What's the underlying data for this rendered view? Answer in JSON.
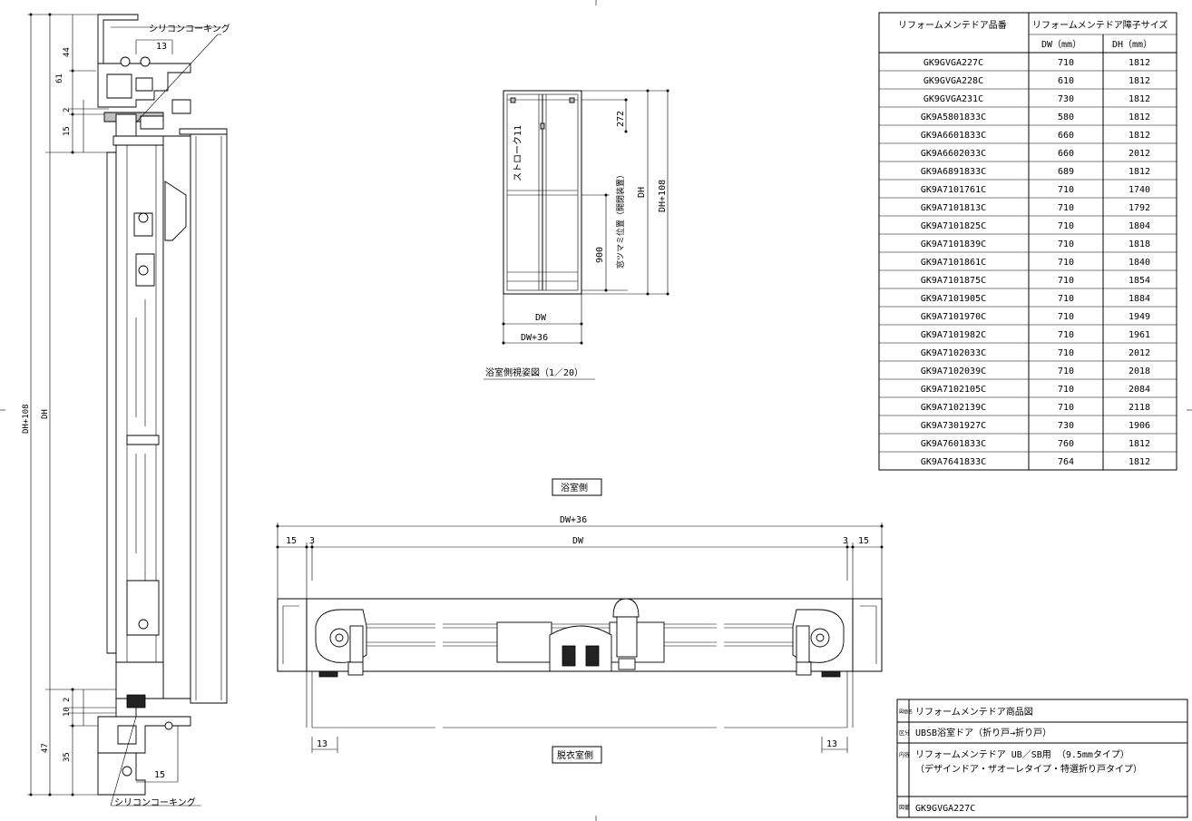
{
  "left_section": {
    "dims": {
      "d44": "44",
      "d61": "61",
      "d2_top": "2",
      "d15_top": "15",
      "d13_top": "13",
      "d2_bottom": "2",
      "d10_bottom": "10",
      "d47": "47",
      "d35": "35",
      "d15_bottom": "15",
      "dh108": "DH+108",
      "dh": "DH"
    },
    "caulk_top": "シリコンコーキング",
    "caulk_bottom": "シリコンコーキング"
  },
  "elevation": {
    "stroke": "ストローク11",
    "dim_272": "272",
    "dim_900": "900",
    "handle": "窓ツマミ位置（開閉装置）",
    "dh": "DH",
    "dh108": "DH+108",
    "dw": "DW",
    "dw36": "DW+36",
    "caption": "浴室側視姿図（1／20）"
  },
  "plan": {
    "bath_label": "浴室側",
    "dressing_label": "脱衣室側",
    "dw36": "DW+36",
    "dw": "DW",
    "d15_left": "15",
    "d3_left": "3",
    "d3_right": "3",
    "d15_right": "15",
    "d13_left": "13",
    "d13_right": "13"
  },
  "table": {
    "header_col1": "リフォームメンテドア品番",
    "header_group": "リフォームメンテドア障子サイズ",
    "header_dw": "DW（mm）",
    "header_dh": "DH（mm）",
    "rows": [
      [
        "GK9GVGA227C",
        "710",
        "1812"
      ],
      [
        "GK9GVGA228C",
        "610",
        "1812"
      ],
      [
        "GK9GVGA231C",
        "730",
        "1812"
      ],
      [
        "GK9A5801833C",
        "580",
        "1812"
      ],
      [
        "GK9A6601833C",
        "660",
        "1812"
      ],
      [
        "GK9A6602033C",
        "660",
        "2012"
      ],
      [
        "GK9A6891833C",
        "689",
        "1812"
      ],
      [
        "GK9A7101761C",
        "710",
        "1740"
      ],
      [
        "GK9A7101813C",
        "710",
        "1792"
      ],
      [
        "GK9A7101825C",
        "710",
        "1804"
      ],
      [
        "GK9A7101839C",
        "710",
        "1818"
      ],
      [
        "GK9A7101861C",
        "710",
        "1840"
      ],
      [
        "GK9A7101875C",
        "710",
        "1854"
      ],
      [
        "GK9A7101905C",
        "710",
        "1884"
      ],
      [
        "GK9A7101970C",
        "710",
        "1949"
      ],
      [
        "GK9A7101982C",
        "710",
        "1961"
      ],
      [
        "GK9A7102033C",
        "710",
        "2012"
      ],
      [
        "GK9A7102039C",
        "710",
        "2018"
      ],
      [
        "GK9A7102105C",
        "710",
        "2084"
      ],
      [
        "GK9A7102139C",
        "710",
        "2118"
      ],
      [
        "GK9A7301927C",
        "730",
        "1906"
      ],
      [
        "GK9A7601833C",
        "760",
        "1812"
      ],
      [
        "GK9A7641833C",
        "764",
        "1812"
      ]
    ]
  },
  "title_block": {
    "l1": "図面名",
    "v1": "リフォームメンテドア商品図",
    "l2": "区分",
    "v2": "UBSB浴室ドア（折り戸→折り戸）",
    "l3": "内容",
    "v3a": "リフォームメンテドア UB／SB用 （9.5mmタイプ）",
    "v3b": "（デザインドア・ザオーレタイプ・特選折り戸タイプ）",
    "l4": "図番",
    "v4": "GK9GVGA227C"
  }
}
